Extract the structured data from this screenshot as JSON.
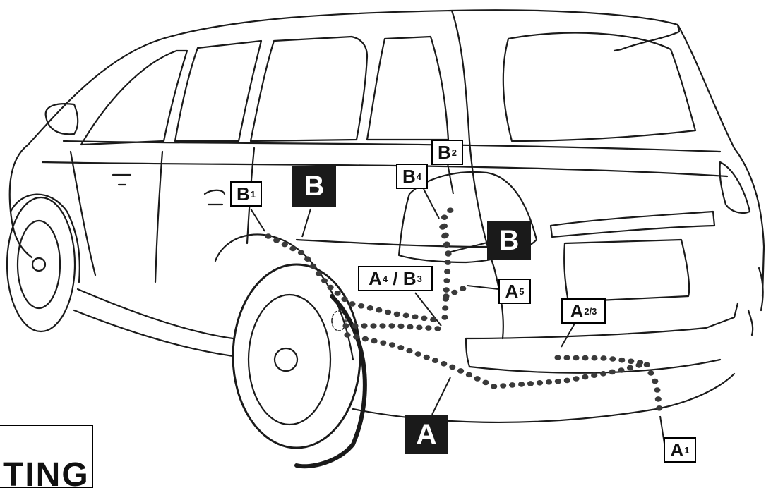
{
  "labels": {
    "B1": {
      "letter": "B",
      "sub": "1"
    },
    "B2": {
      "letter": "B",
      "sub": "2"
    },
    "B4": {
      "letter": "B",
      "sub": "4"
    },
    "A5": {
      "letter": "A",
      "sub": "5"
    },
    "A23": {
      "letter": "A",
      "sub": "2/3"
    },
    "A1": {
      "letter": "A",
      "sub": "1"
    },
    "A4B3": {
      "a": "A",
      "a_sub": "4",
      "sep": " / ",
      "b": "B",
      "b_sub": "3"
    }
  },
  "callouts": {
    "B_upper": "B",
    "B_right": "B",
    "A_bottom": "A"
  },
  "corner_text": "TING",
  "colors": {
    "line": "#1a1a1a",
    "dots": "#3a3a3a",
    "callout_bg": "#1a1a1a",
    "background": "#ffffff"
  }
}
